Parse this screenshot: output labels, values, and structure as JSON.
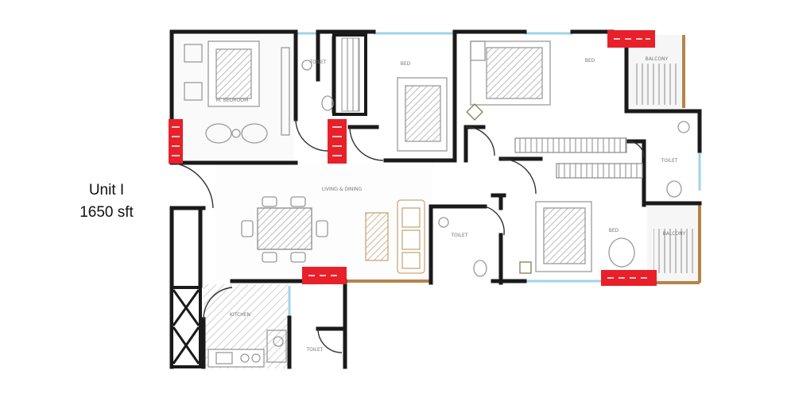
{
  "unit": {
    "name": "Unit I",
    "area": "1650 sft"
  },
  "rooms": [
    {
      "key": "master-bedroom",
      "label": "M. BEDROOM"
    },
    {
      "key": "bedroom-1",
      "label": "BED"
    },
    {
      "key": "bedroom-2",
      "label": "BED"
    },
    {
      "key": "bedroom-3",
      "label": "BED"
    },
    {
      "key": "living-dining",
      "label": "LIVING & DINING"
    },
    {
      "key": "kitchen",
      "label": "KITCHEN"
    },
    {
      "key": "toilet-1",
      "label": "TOILET"
    },
    {
      "key": "toilet-2",
      "label": "TOILET"
    },
    {
      "key": "toilet-3",
      "label": "TOILET"
    },
    {
      "key": "toilet-4",
      "label": "TOILET"
    },
    {
      "key": "balcony-1",
      "label": "BALCONY"
    },
    {
      "key": "balcony-2",
      "label": "BALCONY"
    }
  ],
  "colors": {
    "wall": "#1a1a1a",
    "window": "#9fd4e6",
    "balcony_wall": "#b5834c",
    "marker": "#e8202a",
    "furniture": "#9a9a9a",
    "sofa": "#c9a77a",
    "pooja": "#8a7a50"
  }
}
